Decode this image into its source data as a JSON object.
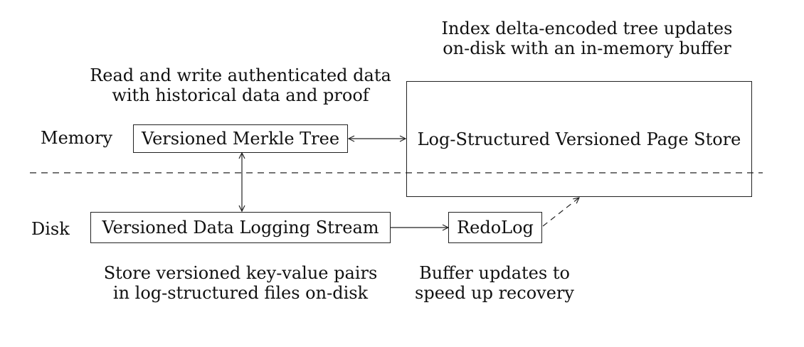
{
  "annotations": {
    "index_note": [
      "Index delta-encoded tree updates",
      "on-disk with an in-memory buffer"
    ],
    "rw_note": [
      "Read and write authenticated data",
      "with historical data and proof"
    ],
    "store_note": [
      "Store versioned key-value pairs",
      "in log-structured files on-disk"
    ],
    "buffer_note": [
      "Buffer updates to",
      "speed up recovery"
    ]
  },
  "layers": {
    "memory": "Memory",
    "disk": "Disk"
  },
  "components": {
    "merkle_tree": "Versioned Merkle Tree",
    "page_store": "Log-Structured Versioned Page Store",
    "logging_stream": "Versioned Data Logging Stream",
    "redolog": "RedoLog"
  },
  "colors": {
    "line": "#222222",
    "text": "#111111",
    "background": "#ffffff"
  }
}
